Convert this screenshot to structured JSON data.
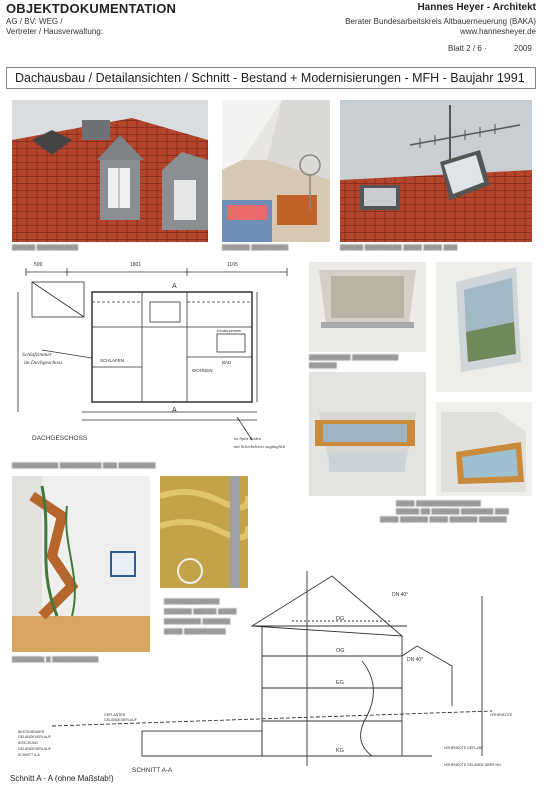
{
  "header": {
    "title": "OBJEKTDOKUMENTATION",
    "line1": "AG / BV: WEG /",
    "line2": "Vertreter / Hausverwaltung:",
    "architect": "Hannes Heyer - Architekt",
    "affiliation": "Berater Bundesarbeitskreis Altbauerneuerung (BAKA)",
    "website": "www.hannesheyer.de",
    "sheet": "Blatt 2 / 6 ·",
    "year": "2009"
  },
  "main_title": "Dachausbau / Detailansichten / Schnitt  - Bestand + Modernisierungen - MFH - Baujahr 1991",
  "floorplan": {
    "label": "DACHGESCHOSS",
    "note1": "Schlafzimmer",
    "note2": "im Dachgeschoss",
    "dim_top": "509",
    "dim_b": "1801",
    "dim_c": "1165",
    "section": "A",
    "room1": "SCHLAFEN",
    "room2": "WOHNEN",
    "room3": "BAD",
    "room4": "Kinderzimmer",
    "note3": "im Spitz Boden",
    "note4": "mit Schiebeleiter zugänglich"
  },
  "section": {
    "label": "SCHNITT A-A",
    "floors": [
      "DG",
      "OG",
      "EG",
      "KG"
    ],
    "dn1": "DN 40°",
    "dn2": "DN 40°",
    "legend1": "HÖHENKOTE GEPLANT",
    "legend2": "HÖHENKOTE GELÄNDE ÜBER NN",
    "left_labels": [
      "GEPLANTER",
      "GELÄNDEVERLAUF",
      "BESTEHENDER",
      "GELÄNDEVERLAUF",
      "BÖSCHUNG",
      "GELÄNDEVERLAUF",
      "SCHNITT A-A"
    ],
    "right_label": "HÖHENKOTE"
  },
  "footer": "Schnitt A - A (ohne Maßstab!)",
  "colors": {
    "roof_tile": "#b4452c",
    "dormer_grey": "#8a8f93",
    "sky": "#c9ced3",
    "wall_white": "#e8e6e2",
    "wood": "#c98a3c",
    "floor_wood": "#d8a660",
    "drawing_line": "#333333"
  },
  "icons": {
    "photo_roof": "roof-dormer-photo",
    "photo_attic": "attic-room-photo",
    "photo_antenna": "skylight-antenna-photo"
  }
}
